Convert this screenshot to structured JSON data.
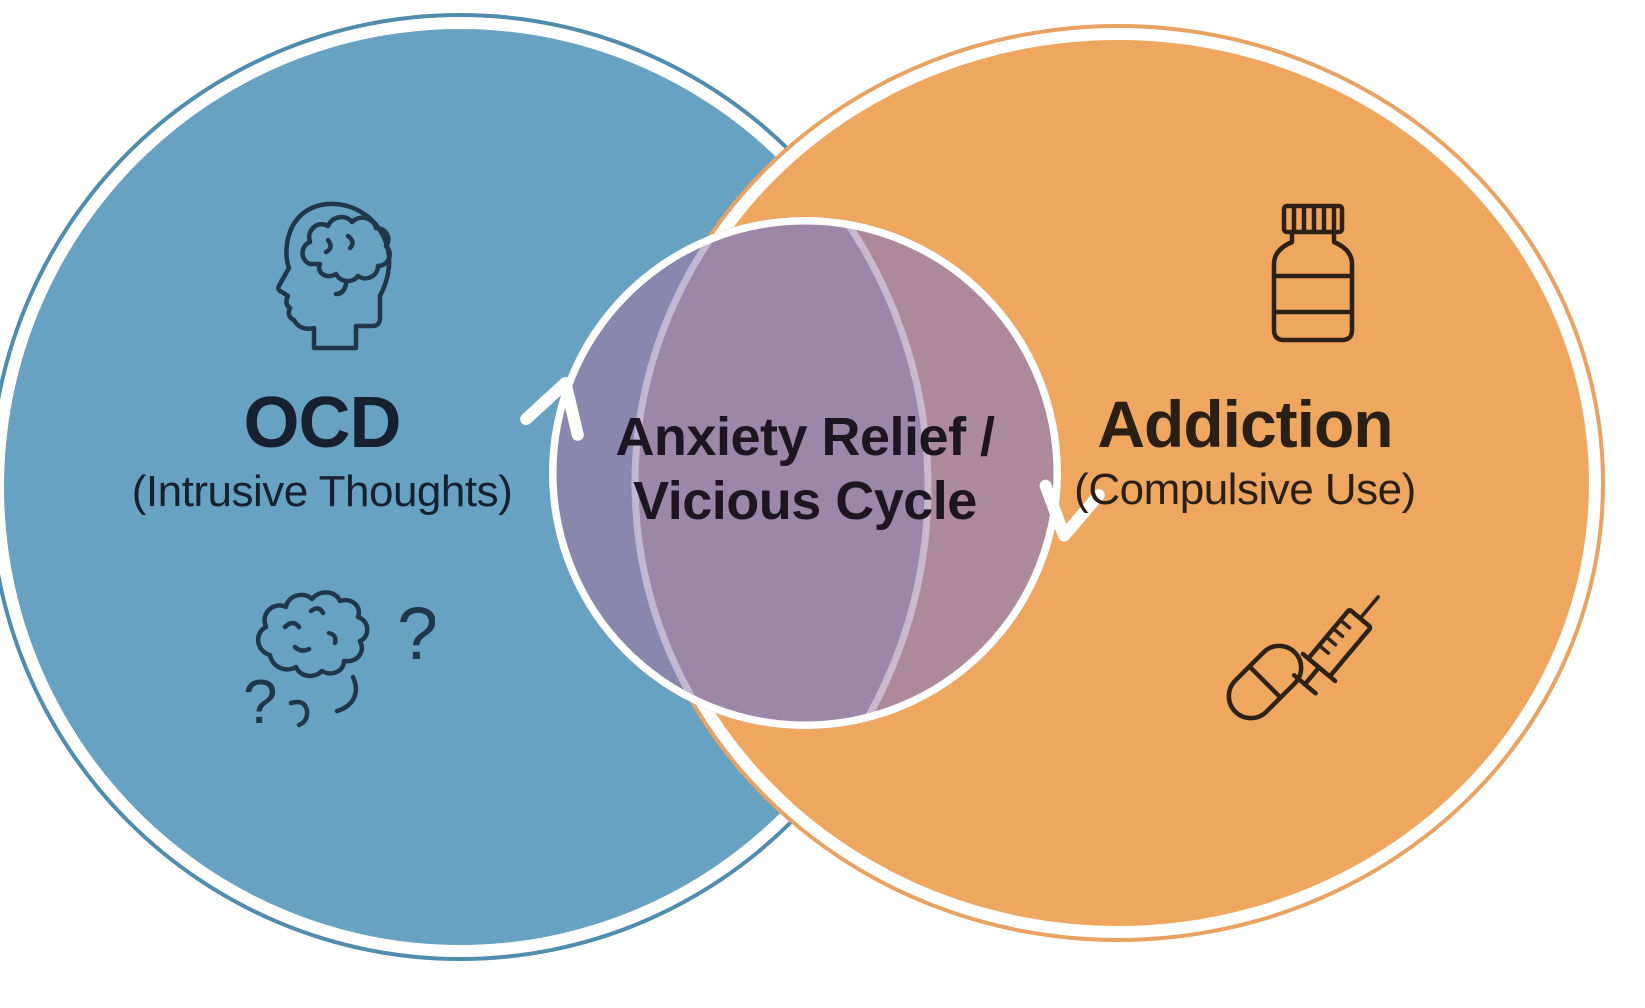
{
  "diagram": {
    "type": "venn-diagram",
    "left_circle": {
      "label": "OCD",
      "sublabel": "(Intrusive Thoughts)",
      "fill": "#67A2C2",
      "outline": "#4F8CAD",
      "ring": "#FFFFFF",
      "text_color": "#16202E",
      "icon_stroke": "#20364B",
      "icons": [
        "head-brain-icon",
        "brain-question-icon"
      ]
    },
    "right_circle": {
      "label": "Addiction",
      "sublabel": "(Compulsive Use)",
      "fill": "#EFA75F",
      "outline": "#E8A262",
      "ring": "#FFFFFF",
      "text_color": "#291F14",
      "icon_stroke": "#2E2217",
      "icons": [
        "pill-bottle-icon",
        "capsule-icon",
        "syringe-icon"
      ]
    },
    "center_circle": {
      "label_line1": "Anxiety Relief /",
      "label_line2": "Vicious Cycle",
      "segment_left_fill": "#8A87AE",
      "segment_middle_fill": "#9C87A9",
      "segment_right_fill": "#AC8A9B",
      "lens_arc_color": "#E8E2F0",
      "ring": "#FFFFFF",
      "text_color": "#1D1520",
      "arrow_color": "#FFFFFF",
      "cycle_direction": "clockwise"
    },
    "question_marks": {
      "large": "?",
      "small": "?"
    }
  }
}
